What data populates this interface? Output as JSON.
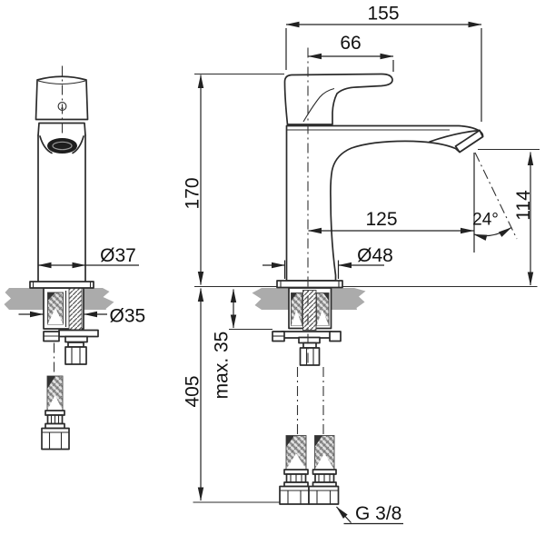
{
  "drawing": {
    "labels": {
      "total_width": "155",
      "handle_length": "66",
      "height_to_handle_top": "170",
      "spout_reach": "125",
      "spout_angle": "24°",
      "spout_outlet_height": "114",
      "front_diameter": "Ø37",
      "base_diameter": "Ø48",
      "mounting_hole_diameter": "Ø35",
      "max_mounting_thickness": "max. 35",
      "supply_hose_length": "405",
      "connection_thread": "G 3/8"
    },
    "colors": {
      "line": "#2b2b2b",
      "dimension": "#222222",
      "text": "#111111",
      "deck_fill": "#ababab",
      "aerator_fill": "#1e1e1e",
      "background": "#ffffff"
    }
  }
}
